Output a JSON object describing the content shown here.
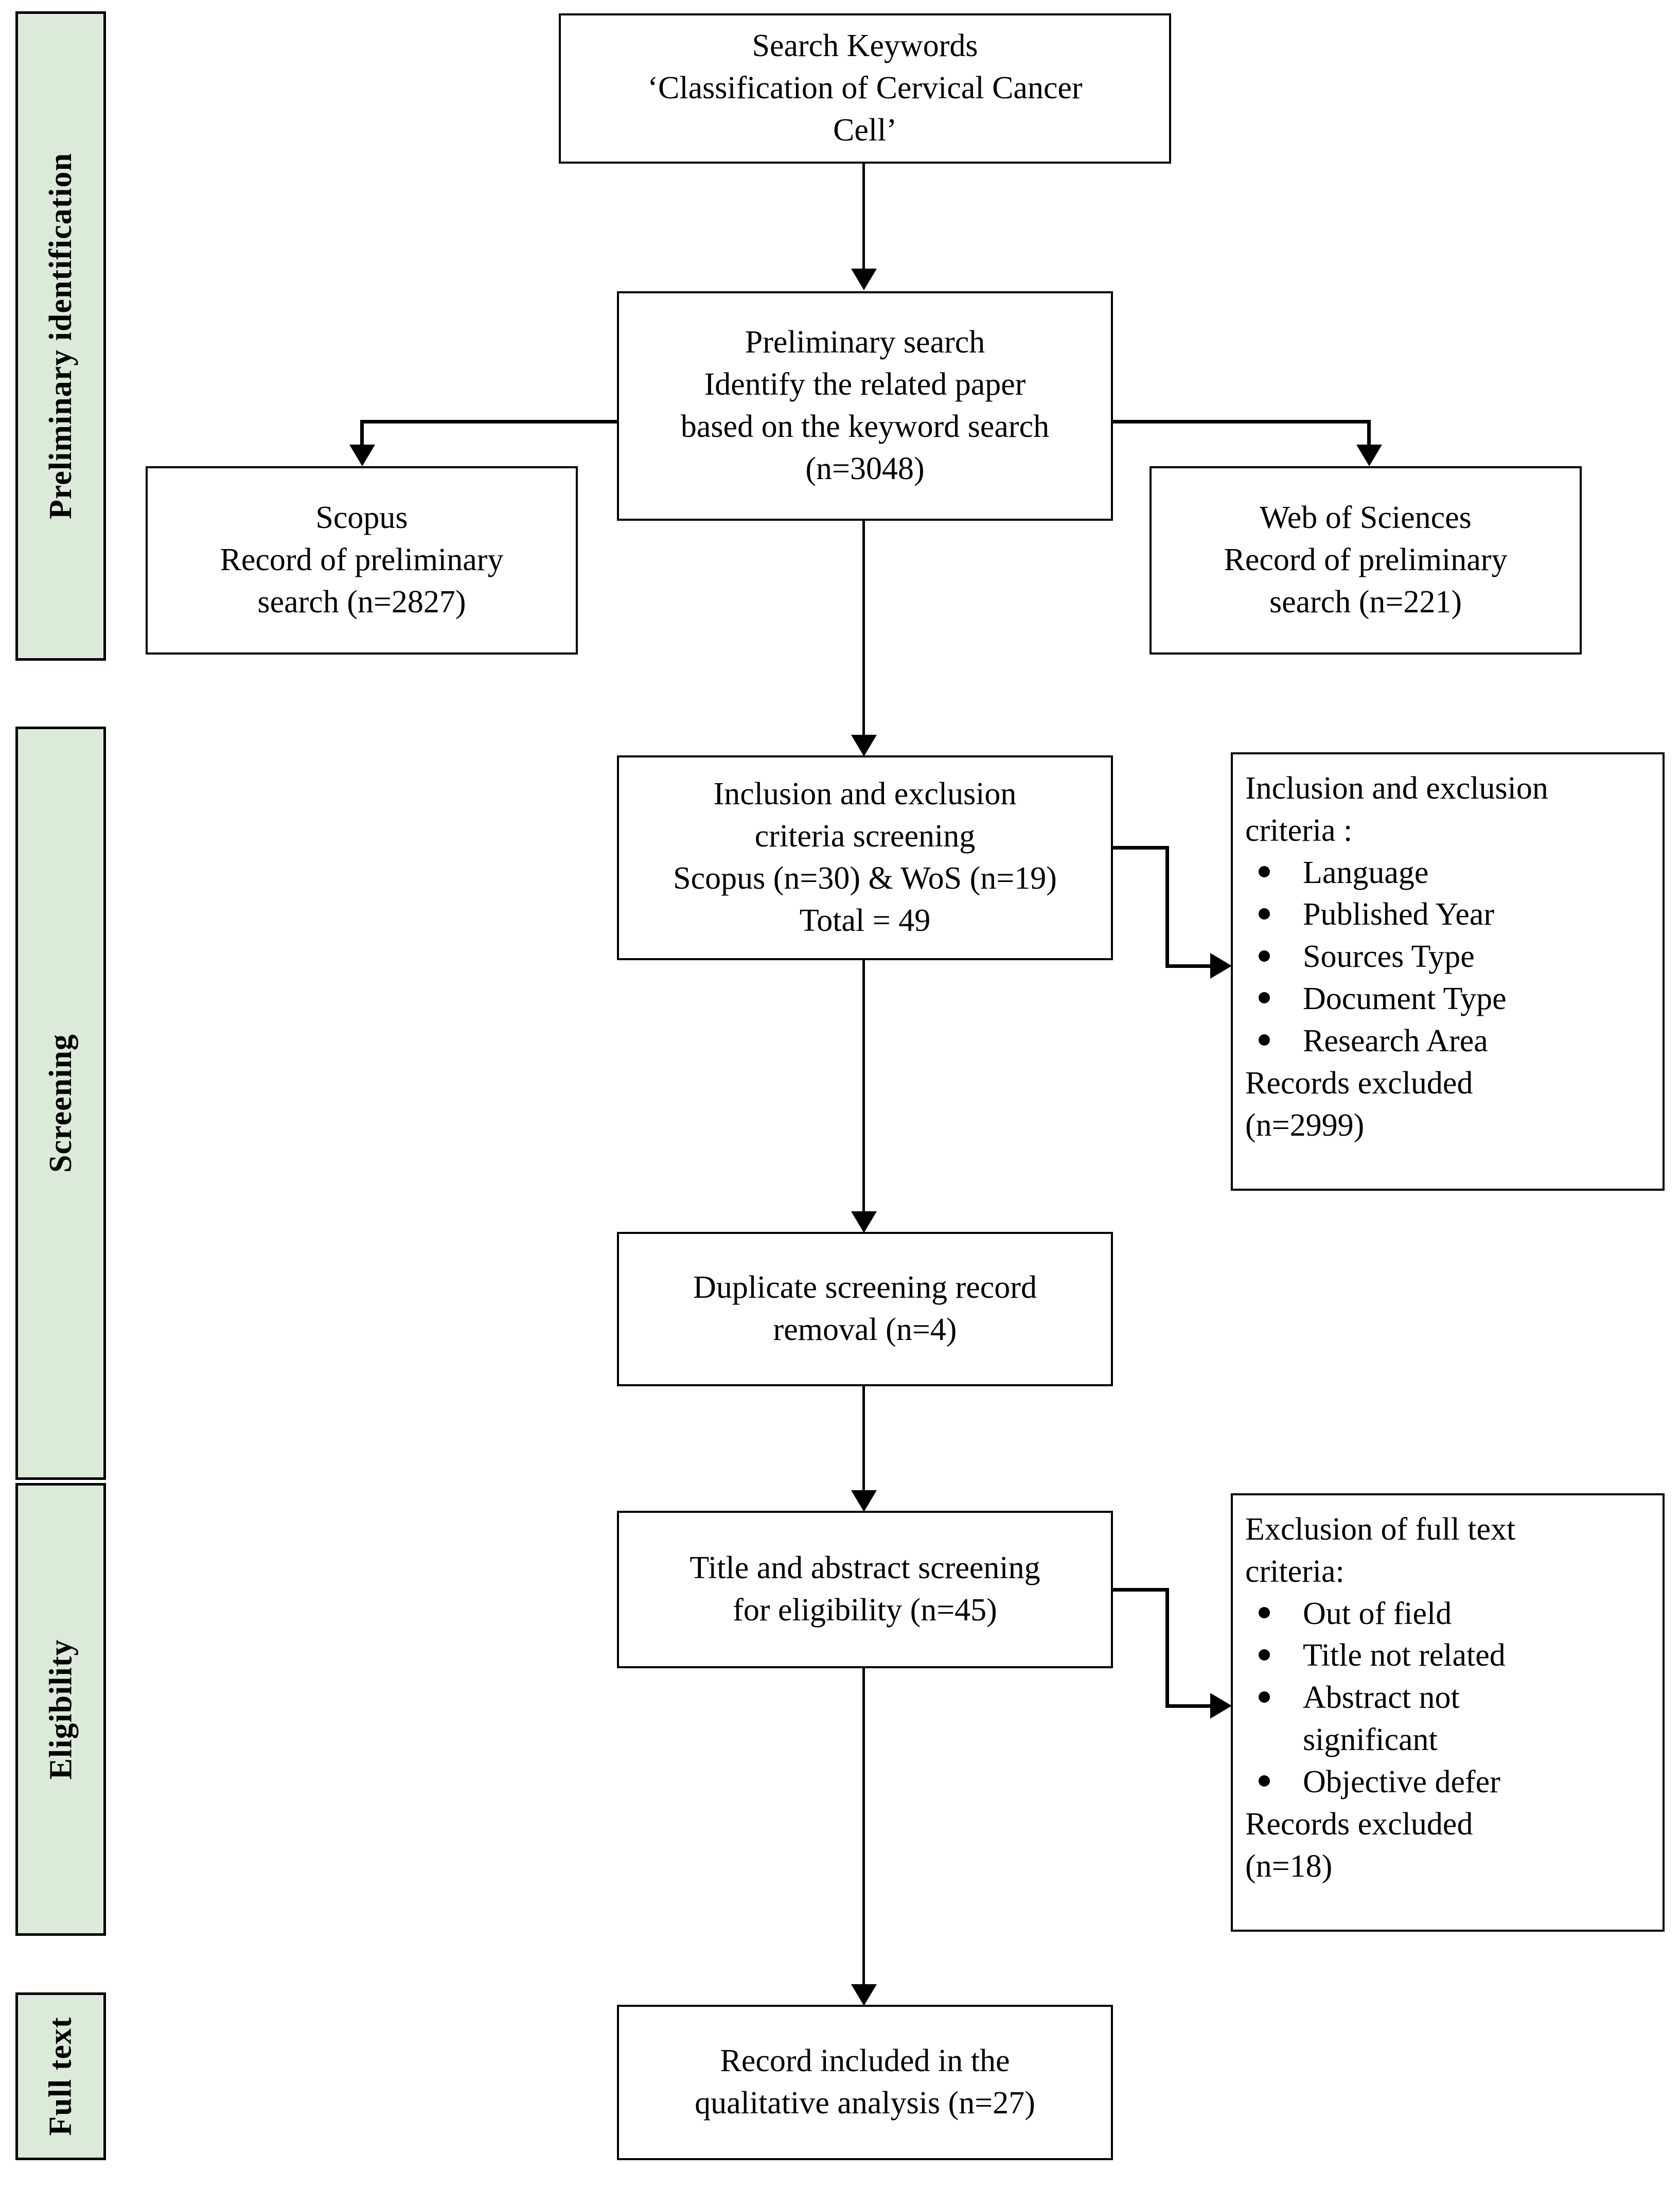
{
  "diagram": {
    "title": "PRISMA literature selection flow diagram",
    "accent_green": "#dceada",
    "line_color": "#000000"
  },
  "stages": [
    {
      "id": "preliminary-identification",
      "label": "Preliminary identification"
    },
    {
      "id": "screening",
      "label": "Screening"
    },
    {
      "id": "eligibility",
      "label": "Eligibility"
    },
    {
      "id": "full-text",
      "label": "Full text"
    }
  ],
  "nodes": {
    "search_keywords": {
      "line1": "Search Keywords",
      "line2": "‘Classification of Cervical Cancer",
      "line3": "Cell’"
    },
    "preliminary_search": {
      "line1": "Preliminary search",
      "line2": "Identify the related paper",
      "line3": "based on the keyword search",
      "line4": "(n=3048)"
    },
    "scopus": {
      "line1": "Scopus",
      "line2": "Record of preliminary",
      "line3": "search (n=2827)"
    },
    "web_of_sciences": {
      "line1": "Web of Sciences",
      "line2": "Record of preliminary",
      "line3": "search (n=221)"
    },
    "inclusion_exclusion_screening": {
      "line1": "Inclusion and exclusion",
      "line2": "criteria screening",
      "line3": "Scopus (n=30) & WoS (n=19)",
      "line4": "Total = 49"
    },
    "inclusion_exclusion_criteria": {
      "heading1": "Inclusion and exclusion",
      "heading2": "criteria :",
      "items": [
        "Language",
        "Published Year",
        "Sources Type",
        "Document Type",
        "Research Area"
      ],
      "footer1": "Records excluded",
      "footer2": "(n=2999)"
    },
    "duplicate_removal": {
      "line1": "Duplicate screening record",
      "line2": "removal  (n=4)"
    },
    "title_abstract_screening": {
      "line1": "Title and abstract screening",
      "line2": "for eligibility (n=45)"
    },
    "full_text_exclusion_criteria": {
      "heading1": "Exclusion of full text",
      "heading2": "criteria:",
      "items": [
        "Out of field",
        "Title not related",
        "Abstract not",
        "significant",
        "Objective defer"
      ],
      "footer1": "Records excluded",
      "footer2": " (n=18)"
    },
    "record_included": {
      "line1": "Record included in the",
      "line2": "qualitative analysis (n=27)"
    }
  },
  "chart_data": {
    "type": "table",
    "title": "PRISMA flow counts",
    "categories": [
      "Preliminary search total",
      "Scopus preliminary records",
      "Web of Sciences preliminary records",
      "Scopus after criteria screening",
      "WoS after criteria screening",
      "Total after criteria screening",
      "Records excluded by criteria",
      "Duplicate records removed",
      "Title and abstract screening",
      "Records excluded at full text",
      "Records included in qualitative analysis"
    ],
    "values": [
      3048,
      2827,
      221,
      30,
      19,
      49,
      2999,
      4,
      45,
      18,
      27
    ]
  }
}
